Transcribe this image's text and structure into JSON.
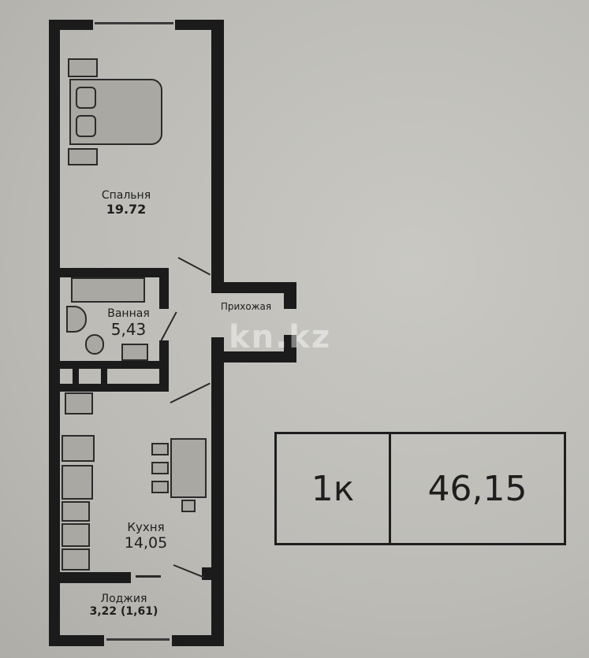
{
  "plan": {
    "rooms": [
      {
        "id": "bedroom",
        "name": "Спальня",
        "area": "19.72"
      },
      {
        "id": "bathroom",
        "name": "Ванная",
        "area": "5,43"
      },
      {
        "id": "hallway",
        "name": "Прихожая",
        "area": ""
      },
      {
        "id": "kitchen",
        "name": "Кухня",
        "area": "14,05"
      },
      {
        "id": "loggia",
        "name": "Лоджия",
        "area": "3,22 (1,61)"
      }
    ]
  },
  "summary": {
    "rooms_label": "1к",
    "total_area": "46,15"
  },
  "watermark": "kn.kz"
}
